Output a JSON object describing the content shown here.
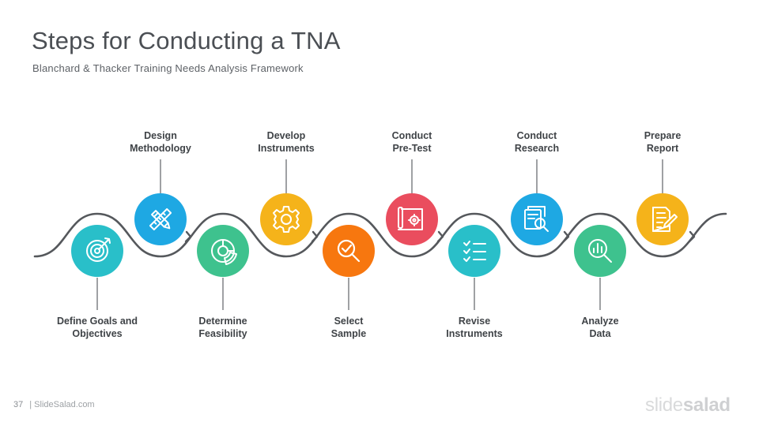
{
  "slide": {
    "title": "Steps for Conducting a TNA",
    "subtitle": "Blanchard  & Thacker Training  Needs  Analysis  Framework",
    "page_number": "37",
    "footer_text": "| SlideSalad.com",
    "brand_light": "slide",
    "brand_bold": "salad"
  },
  "steps": [
    {
      "line1": "Define Goals and",
      "line2": "Objectives",
      "color": "#29bfc9",
      "icon": "target-icon",
      "position": "bottom"
    },
    {
      "line1": "Design",
      "line2": "Methodology",
      "color": "#1ea8e3",
      "icon": "pencil-ruler-icon",
      "position": "top"
    },
    {
      "line1": "Determine",
      "line2": "Feasibility",
      "color": "#3ec28e",
      "icon": "pie-chart-icon",
      "position": "bottom"
    },
    {
      "line1": "Develop",
      "line2": "Instruments",
      "color": "#f5b31a",
      "icon": "gear-icon",
      "position": "top"
    },
    {
      "line1": "Select",
      "line2": "Sample",
      "color": "#f7770f",
      "icon": "magnifier-check-icon",
      "position": "bottom"
    },
    {
      "line1": "Conduct",
      "line2": "Pre-Test",
      "color": "#ea4d5e",
      "icon": "blueprint-gear-icon",
      "position": "top"
    },
    {
      "line1": "Revise",
      "line2": "Instruments",
      "color": "#29bfc9",
      "icon": "checklist-icon",
      "position": "bottom"
    },
    {
      "line1": "Conduct",
      "line2": "Research",
      "color": "#1ea8e3",
      "icon": "documents-search-icon",
      "position": "top"
    },
    {
      "line1": "Analyze",
      "line2": "Data",
      "color": "#3ec28e",
      "icon": "chart-magnifier-icon",
      "position": "bottom"
    },
    {
      "line1": "Prepare",
      "line2": "Report",
      "color": "#f5b31a",
      "icon": "report-pen-icon",
      "position": "top"
    }
  ]
}
